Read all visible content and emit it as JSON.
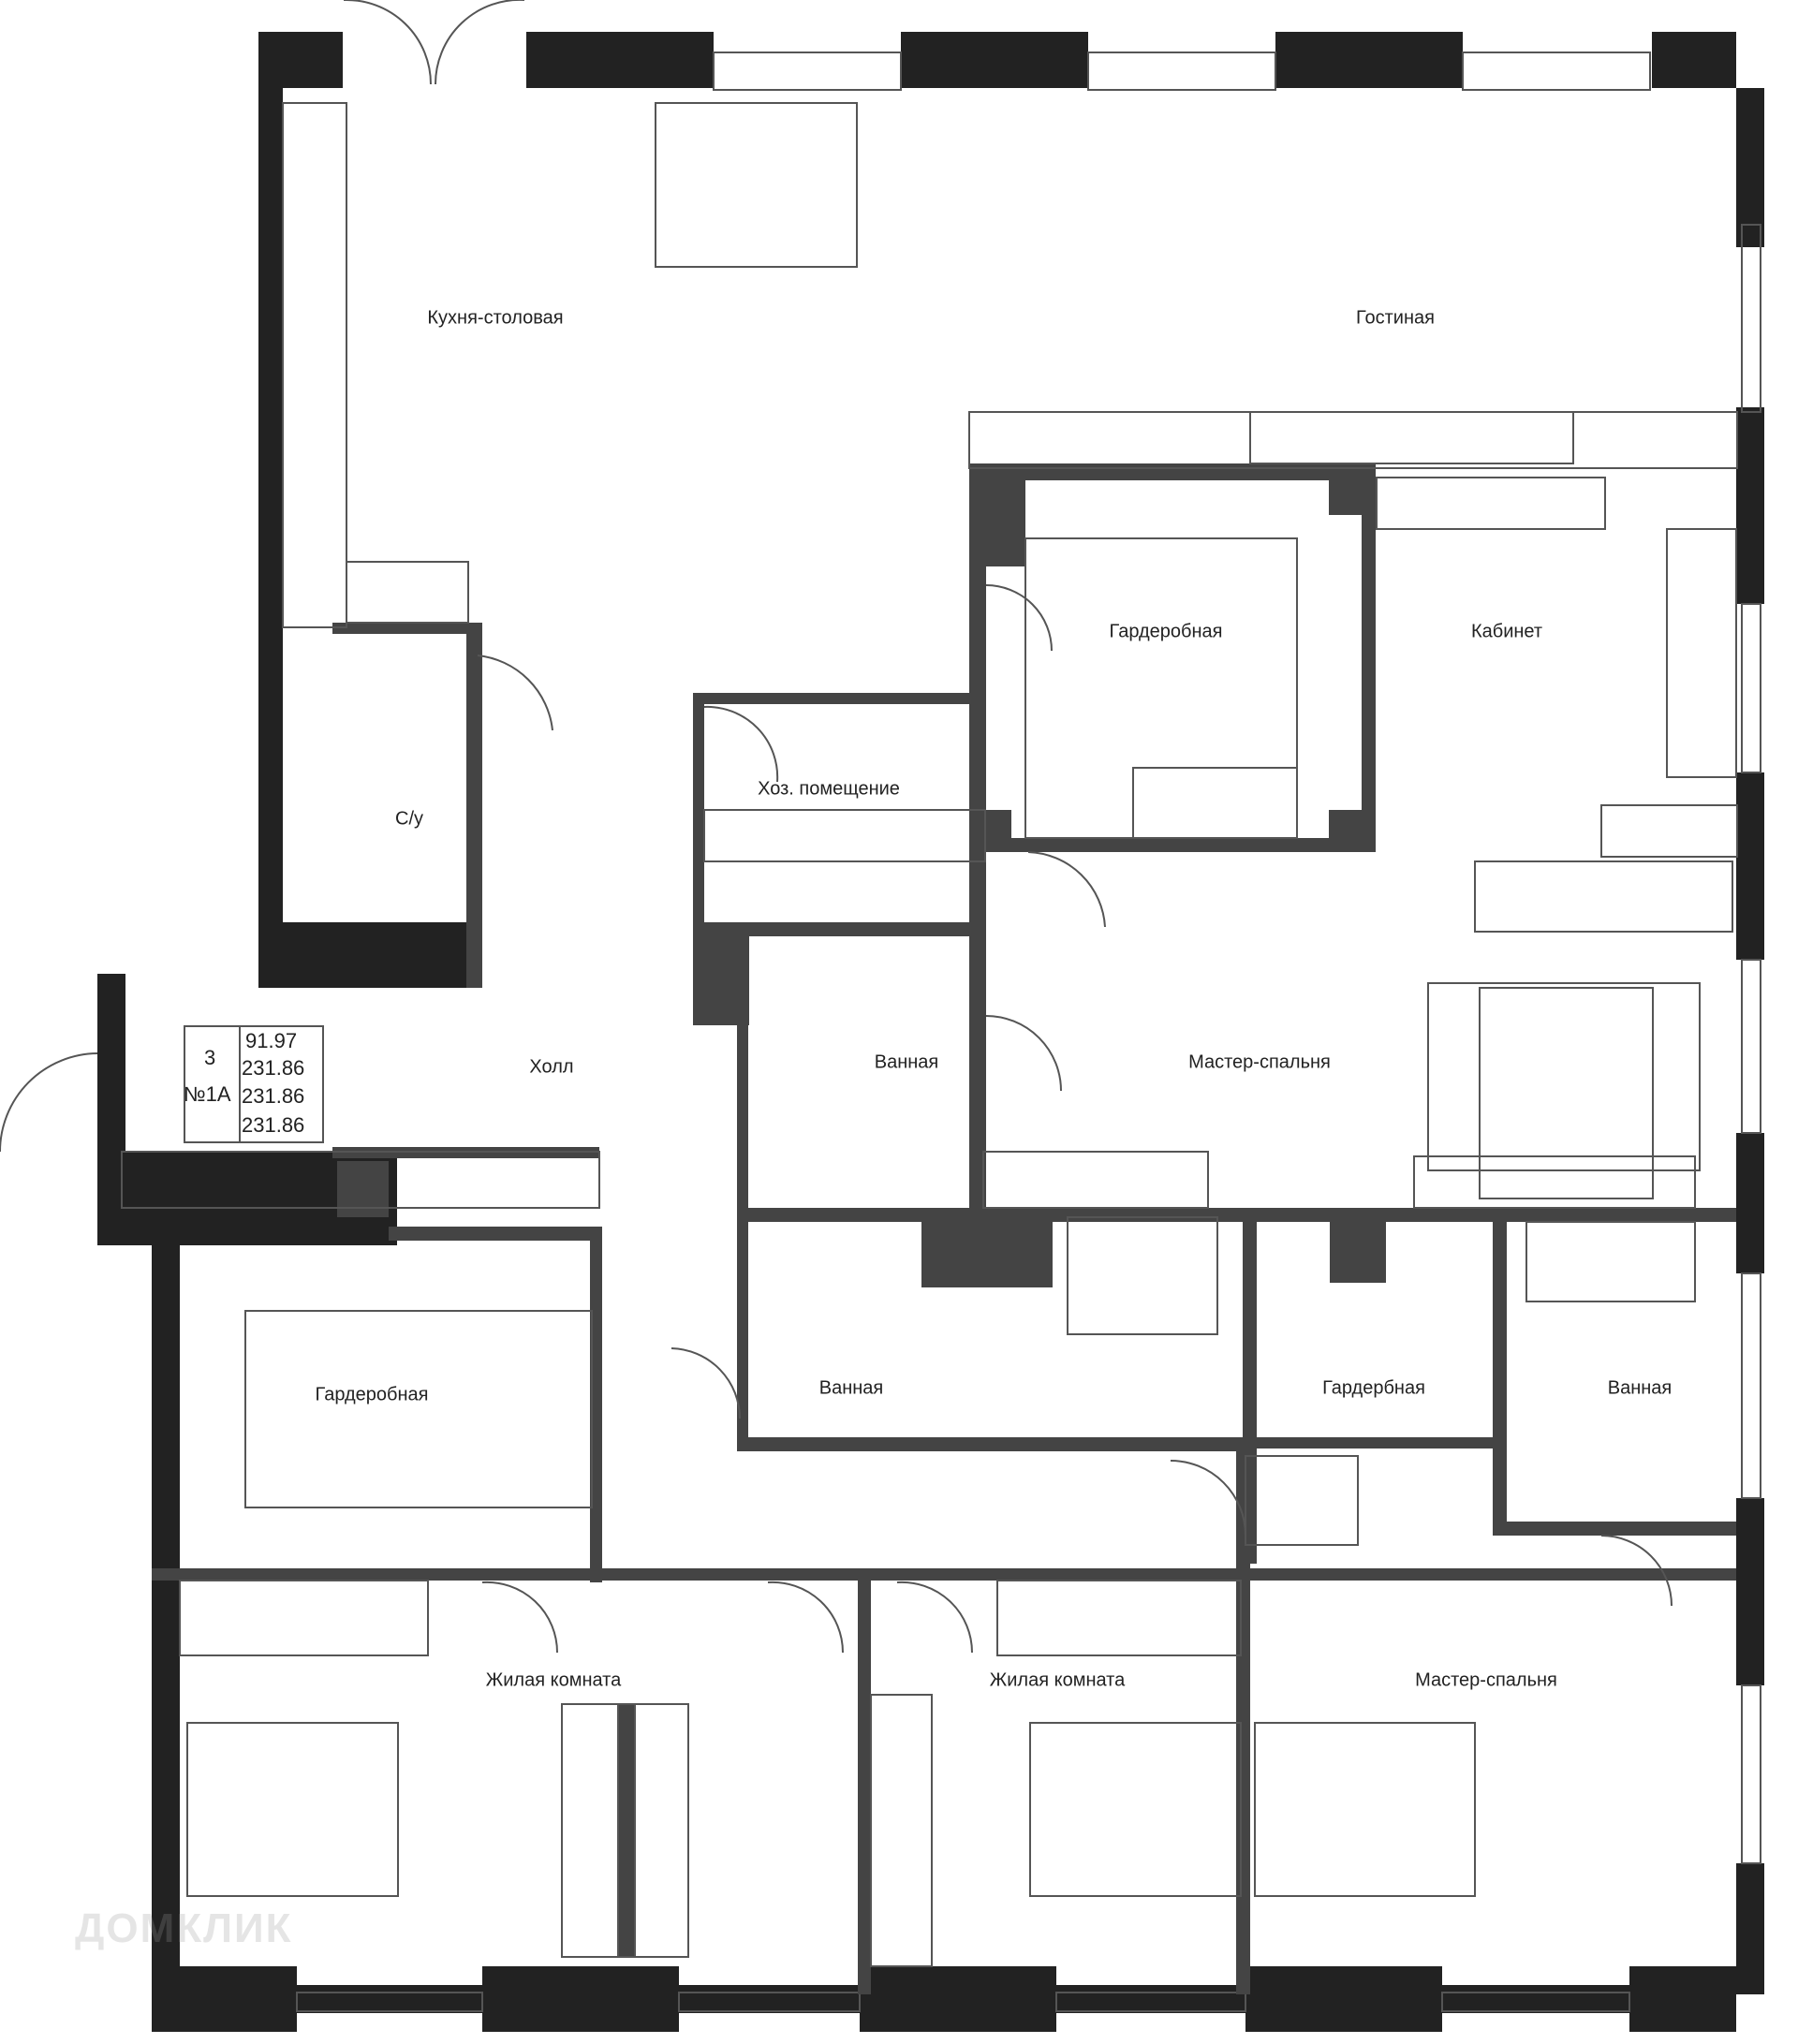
{
  "rooms": {
    "kitchen": "Кухня-столовая",
    "living": "Гостиная",
    "wardrobe_top": "Гардеробная",
    "office": "Кабинет",
    "utility": "Хоз. помещение",
    "wc": "С/у",
    "hall": "Холл",
    "bath_mid": "Ванная",
    "master_top": "Мастер-спальня",
    "bath_center": "Ванная",
    "wardrobe_small": "Гардербная",
    "bath_right": "Ванная",
    "wardrobe_left": "Гардеробная",
    "living_room_1": "Жилая комната",
    "living_room_2": "Жилая комната",
    "master_bottom": "Мастер-спальня"
  },
  "info_block": {
    "rooms_count": "3",
    "apartment_no": "№1А",
    "areas": [
      "91.97",
      "231.86",
      "231.86",
      "231.86"
    ]
  },
  "watermark": "ДОМКЛИК",
  "colors": {
    "wall": "#222222",
    "partition": "#444444",
    "line": "#555555"
  }
}
